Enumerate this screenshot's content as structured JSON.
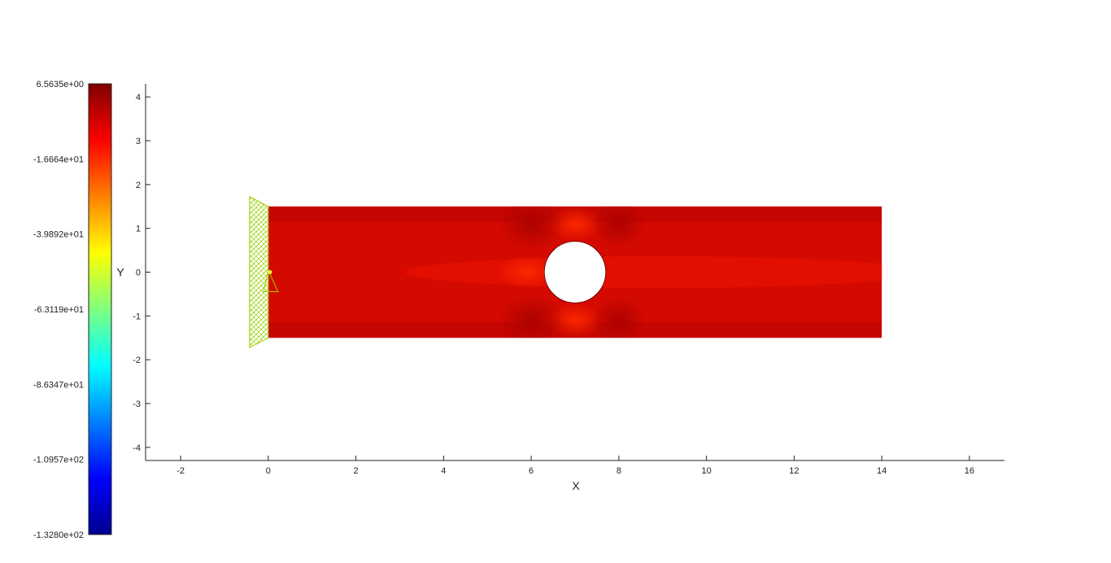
{
  "chart_data": {
    "type": "heatmap",
    "title": "",
    "xlabel": "X",
    "ylabel": "Y",
    "xlim": [
      -2.8,
      16.8
    ],
    "ylim": [
      -4.3,
      4.3
    ],
    "xticks": [
      -2,
      0,
      2,
      4,
      6,
      8,
      10,
      12,
      14,
      16
    ],
    "yticks": [
      4,
      3,
      2,
      1,
      0,
      -1,
      -2,
      -3,
      -4
    ],
    "grid": false,
    "colormap": "jet",
    "colorbar": {
      "position": "left",
      "min": -132.8,
      "max": 6.5635,
      "tick_labels": [
        "6.5635e+00",
        "-1.6664e+01",
        "-3.9892e+01",
        "-6.3119e+01",
        "-8.6347e+01",
        "-1.0957e+02",
        "-1.3280e+02"
      ]
    },
    "domain": {
      "plate_x": [
        0,
        14
      ],
      "plate_y": [
        -1.5,
        1.5
      ],
      "hole_center": [
        7,
        0
      ],
      "hole_radius": 0.7,
      "fixed_support_x": 0
    }
  }
}
